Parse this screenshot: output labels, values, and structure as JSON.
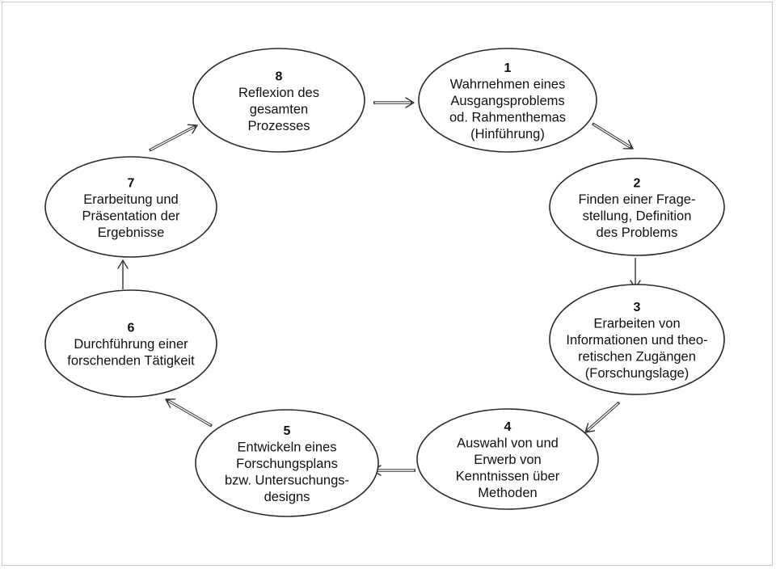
{
  "nodes": [
    {
      "id": "1",
      "number": "1",
      "lines": [
        "Wahrnehmen eines",
        "Ausgangsproblems",
        "od. Rahmenthemas",
        "(Hinführung)"
      ]
    },
    {
      "id": "2",
      "number": "2",
      "lines": [
        "Finden einer Frage-",
        "stellung, Definition",
        "des Problems"
      ]
    },
    {
      "id": "3",
      "number": "3",
      "lines": [
        "Erarbeiten von",
        "Informationen und theo-",
        "retischen Zugängen",
        "(Forschungslage)"
      ]
    },
    {
      "id": "4",
      "number": "4",
      "lines": [
        "Auswahl von und",
        "Erwerb von",
        "Kenntnissen über",
        "Methoden"
      ]
    },
    {
      "id": "5",
      "number": "5",
      "lines": [
        "Entwickeln eines",
        "Forschungsplans",
        "bzw. Untersuchungs-",
        "designs"
      ]
    },
    {
      "id": "6",
      "number": "6",
      "lines": [
        "Durchführung einer",
        "forschenden Tätigkeit"
      ]
    },
    {
      "id": "7",
      "number": "7",
      "lines": [
        "Erarbeitung und",
        "Präsentation der",
        "Ergebnisse"
      ]
    },
    {
      "id": "8",
      "number": "8",
      "lines": [
        "Reflexion des",
        "gesamten",
        "Prozesses"
      ]
    }
  ],
  "edges": [
    {
      "from": "8",
      "to": "1"
    },
    {
      "from": "1",
      "to": "2"
    },
    {
      "from": "2",
      "to": "3"
    },
    {
      "from": "3",
      "to": "4"
    },
    {
      "from": "4",
      "to": "5"
    },
    {
      "from": "5",
      "to": "6"
    },
    {
      "from": "6",
      "to": "7"
    },
    {
      "from": "7",
      "to": "8"
    }
  ]
}
